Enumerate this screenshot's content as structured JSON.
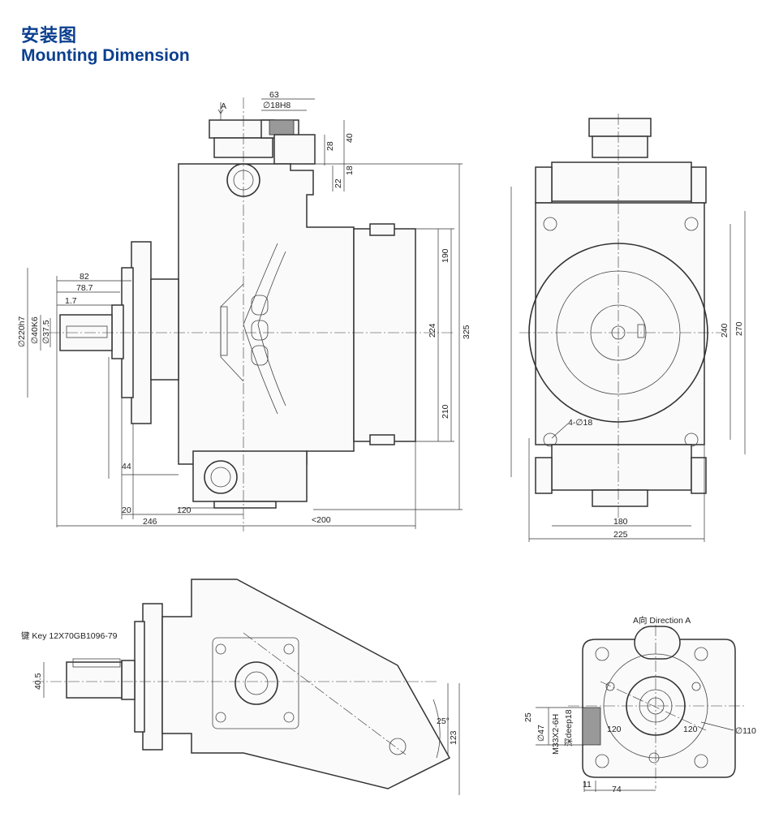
{
  "title": {
    "cn": "安装图",
    "en": "Mounting Dimension"
  },
  "view_front": {
    "port_label": "A",
    "dims": {
      "d63": "63",
      "d18h8": "∅18H8",
      "d28": "28",
      "d40": "40",
      "d22": "22",
      "d18": "18",
      "d82": "82",
      "d787": "78.7",
      "d17": "1.7",
      "d220h7": "∅220h7",
      "d40k6": "∅40K6",
      "d375": "∅37.5",
      "d190": "190",
      "d224": "224",
      "d325": "325",
      "d210": "210",
      "d44": "44",
      "d20": "20",
      "d120": "120",
      "d246": "246",
      "d200": "<200"
    }
  },
  "view_side": {
    "dims": {
      "holes": "4-∅18",
      "d240": "240",
      "d270": "270",
      "d180": "180",
      "d225": "225"
    }
  },
  "view_angle": {
    "dims": {
      "key": "键 Key 12X70GB1096-79",
      "d405": "40.5",
      "d25deg": "25°",
      "d123": "123"
    }
  },
  "view_a": {
    "label": "A向 Direction A",
    "dims": {
      "d25": "25",
      "d47": "∅47",
      "m33": "M33X2-6H",
      "deep": "深deep18",
      "d120l": "120",
      "d120r": "120",
      "d110": "∅110",
      "d11": "11",
      "d74": "74"
    }
  }
}
